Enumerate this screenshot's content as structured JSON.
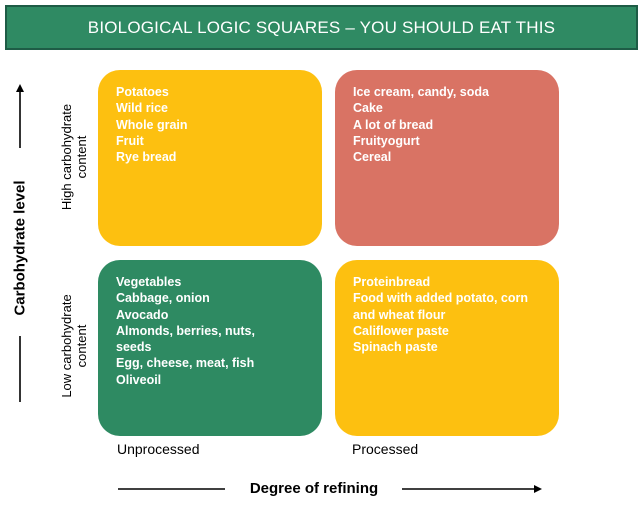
{
  "title": "BIOLOGICAL LOGIC SQUARES – YOU SHOULD EAT THIS",
  "y_axis_title": "Carbohydrate level",
  "x_axis_title": "Degree of refining",
  "row_labels": {
    "high": [
      "High carbohydrate",
      "content"
    ],
    "low": [
      "Low carbohydrate",
      "content"
    ]
  },
  "column_labels": {
    "unprocessed": "Unprocessed",
    "processed": "Processed"
  },
  "quadrants": {
    "high_unprocessed": [
      "Potatoes",
      "Wild rice",
      "Whole grain",
      "Fruit",
      "Rye bread"
    ],
    "high_processed": [
      "Ice cream, candy, soda",
      "Cake",
      "A lot of bread",
      "Fruityogurt",
      "Cereal"
    ],
    "low_unprocessed": [
      "Vegetables",
      "Cabbage, onion",
      "Avocado",
      "Almonds, berries, nuts,",
      "seeds",
      "Egg, cheese, meat, fish",
      "Oliveoil"
    ],
    "low_processed": [
      "Proteinbread",
      "Food with added potato, corn",
      "and wheat flour",
      "Califlower paste",
      "Spinach paste"
    ]
  },
  "colors": {
    "banner": "#2f8a63",
    "banner_border": "#1e5c46",
    "yellow": "#fdc010",
    "red": "#d97364",
    "green": "#2e8a62",
    "arrow": "#000000"
  }
}
